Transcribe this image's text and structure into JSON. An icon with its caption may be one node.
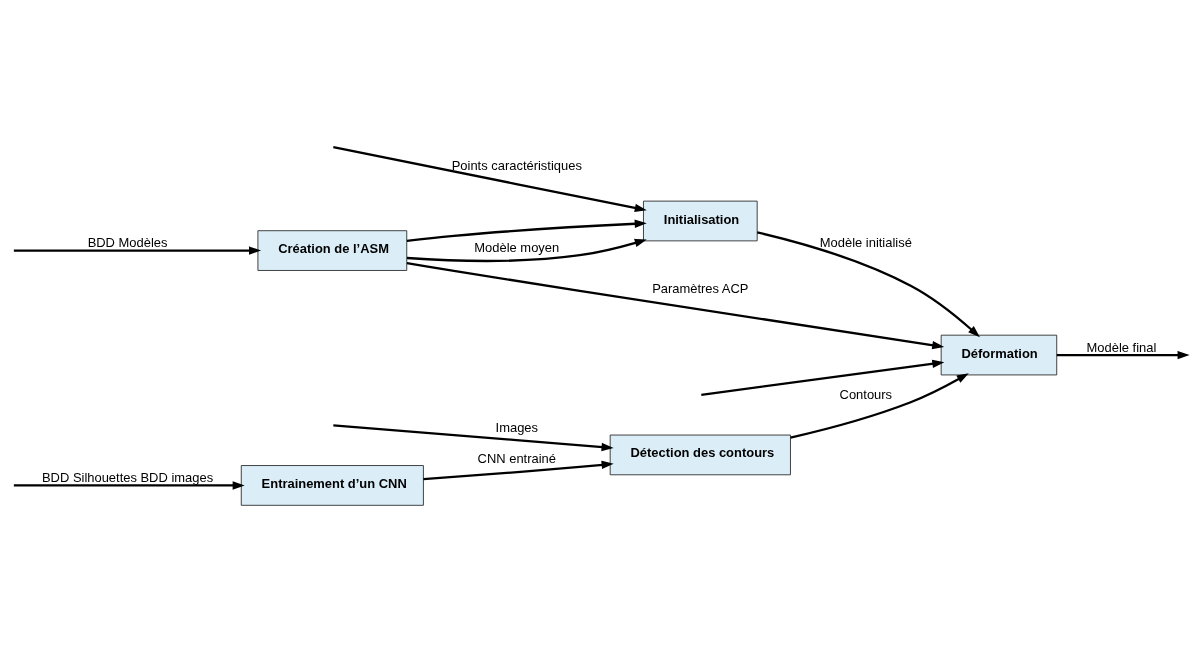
{
  "diagram": {
    "nodes": [
      {
        "text": [
          "Entrainement d’un CNN"
        ]
      },
      {
        "text": [
          "Détection des contours"
        ]
      },
      {
        "text": [
          "Création de l’ASM"
        ]
      },
      {
        "text": [
          "Initialisation"
        ]
      },
      {
        "text": [
          "Déformation"
        ]
      }
    ],
    "edges": [
      {
        "from": null,
        "to": 0,
        "arrow": "to",
        "label": "BDD Silhouettes BDD images"
      },
      {
        "from": 0,
        "to": 1,
        "arrow": "to",
        "label": "CNN entrainé"
      },
      {
        "from": null,
        "to": 1,
        "arrow": "to",
        "label": "Images"
      },
      {
        "from": 1,
        "to": 4,
        "arrow": "to",
        "label": "Contours"
      },
      {
        "from": null,
        "to": 2,
        "arrow": "to",
        "label": "BDD Modèles"
      },
      {
        "from": 2,
        "to": 4,
        "arrow": "to",
        "label": "Paramètres ACP"
      },
      {
        "from": 2,
        "to": 3,
        "arrow": "to"
      },
      {
        "from": 2,
        "to": 3,
        "arrow": "to",
        "label": "Modèle moyen"
      },
      {
        "from": null,
        "to": 3,
        "arrow": "to",
        "label": "Points caractéristiques"
      },
      {
        "from": null,
        "to": 4,
        "arrow": "to"
      },
      {
        "from": 3,
        "to": 4,
        "arrow": "to",
        "label": "Modèle initialisé"
      },
      {
        "from": 4,
        "to": null,
        "arrow": "to",
        "label": "Modèle final"
      }
    ]
  }
}
